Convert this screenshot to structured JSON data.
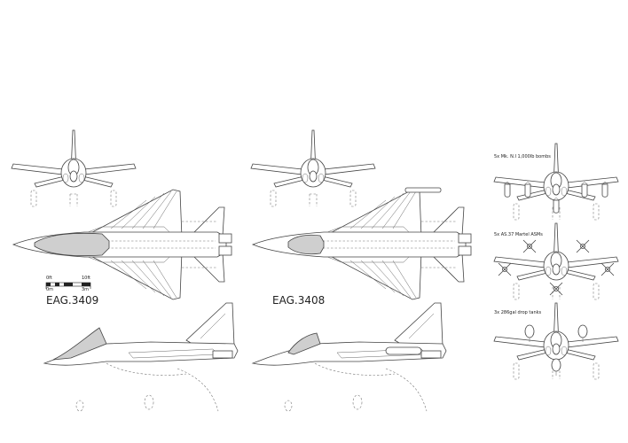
{
  "designations": {
    "left": "EAG.3409",
    "right": "EAG.3408"
  },
  "scale_bar": {
    "ft_start": "0ft",
    "ft_end": "10ft",
    "m_start": "0m",
    "m_end": "3m"
  },
  "loadouts": [
    {
      "label": "5x Mk. N.I 1,000lb bombs"
    },
    {
      "label": "5x AS.37 Martel ASMs"
    },
    {
      "label": "3x 286gal drop tanks"
    }
  ],
  "colors": {
    "line": "#444444",
    "canopy_fill": "#cfcfcf",
    "background": "#ffffff"
  }
}
